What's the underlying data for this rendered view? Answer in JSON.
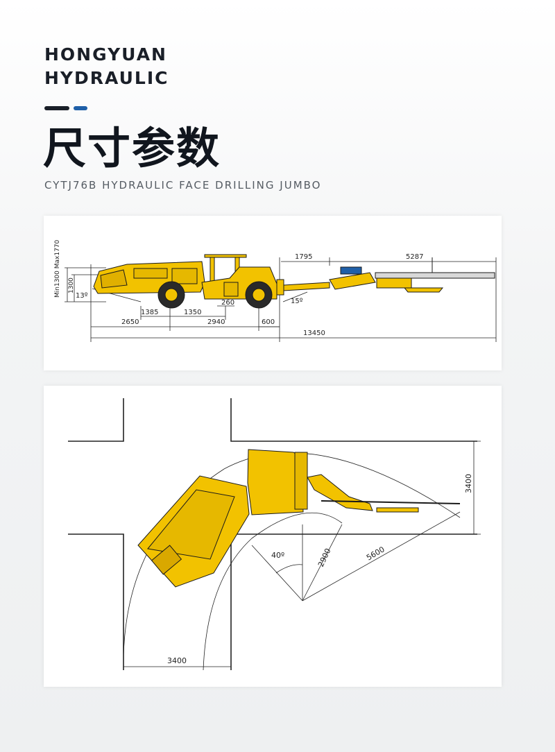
{
  "header": {
    "brand_line1": "HONGYUAN",
    "brand_line2": "HYDRAULIC",
    "title": "尺寸参数",
    "subtitle": "CYTJ76B HYDRAULIC FACE DRILLING JUMBO"
  },
  "side_view": {
    "dims": {
      "total_length": "13450",
      "d2650": "2650",
      "d2940": "2940",
      "d600": "600",
      "d1385": "1385",
      "d1350": "1350",
      "d260": "260",
      "d1795": "1795",
      "d5287": "5287",
      "height_range": "Min1300 Max1770",
      "height": "1300",
      "angle_rear": "13º",
      "angle_front": "15º"
    }
  },
  "turning_view": {
    "dims": {
      "width_bottom": "3400",
      "width_right": "3400",
      "angle": "40º",
      "radius_inner": "2900",
      "radius_outer": "5600"
    }
  },
  "colors": {
    "machine_yellow": "#f2c200",
    "outline": "#1a1a1a",
    "accent_blue": "#1f5fa8"
  }
}
